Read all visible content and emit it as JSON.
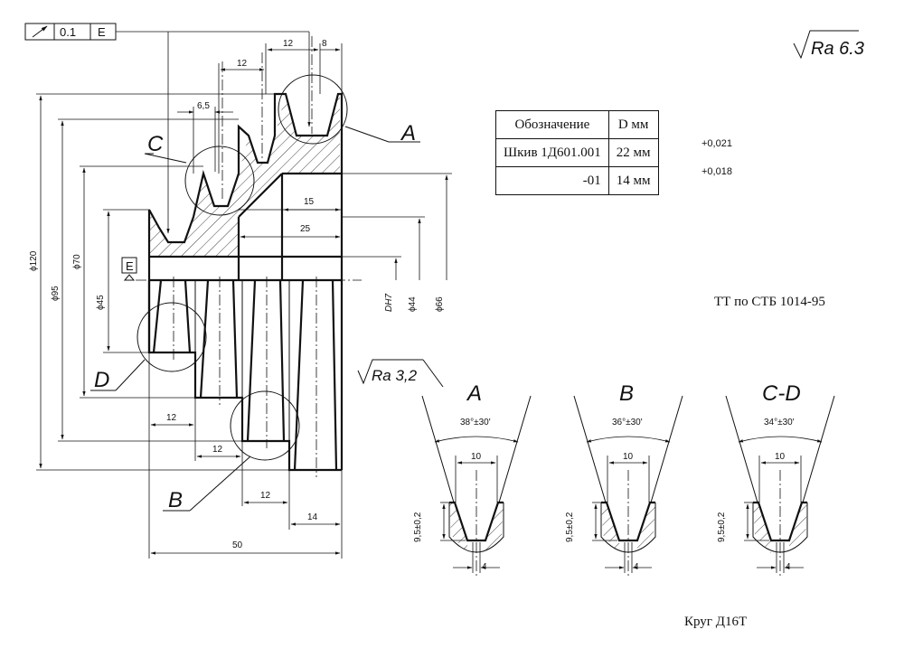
{
  "frame": {
    "symbol": "↗",
    "value": "0.1",
    "datum": "E"
  },
  "roughness": {
    "general_prefix": "√",
    "general": "Ra 6.3",
    "groove": "Ra 3,2"
  },
  "table": {
    "col1_header": "Обозначение",
    "col2_header": "D мм",
    "rows": [
      {
        "name": "Шкив 1Д601.001",
        "d": "22 мм",
        "tol": "+0,021"
      },
      {
        "name": "-01",
        "d": "14 мм",
        "tol": "+0,018"
      }
    ]
  },
  "notes": {
    "standard": "ТТ по СТБ 1014-95",
    "material": "Круг Д16Т"
  },
  "labels": {
    "A": "A",
    "B": "B",
    "C": "C",
    "D": "D",
    "E": "E"
  },
  "dimensions": {
    "d120": "ϕ120",
    "d95": "ϕ95",
    "d70": "ϕ70",
    "d45": "ϕ45",
    "dH7": "DH7",
    "d44": "ϕ44",
    "d66": "ϕ66",
    "top12a": "12",
    "top8": "8",
    "top12b": "12",
    "top6_5": "6,5",
    "in15": "15",
    "in25": "25",
    "bot12a": "12",
    "bot12b": "12",
    "bot12c": "12",
    "bot14": "14",
    "bot50": "50"
  },
  "details": [
    {
      "title": "A",
      "angle": "38°±30'",
      "width": "10",
      "depth": "9,5±0,2",
      "bottom": "4"
    },
    {
      "title": "B",
      "angle": "36°±30'",
      "width": "10",
      "depth": "9,5±0,2",
      "bottom": "4"
    },
    {
      "title": "C-D",
      "angle": "34°±30'",
      "width": "10",
      "depth": "9,5±0,2",
      "bottom": "4"
    }
  ]
}
